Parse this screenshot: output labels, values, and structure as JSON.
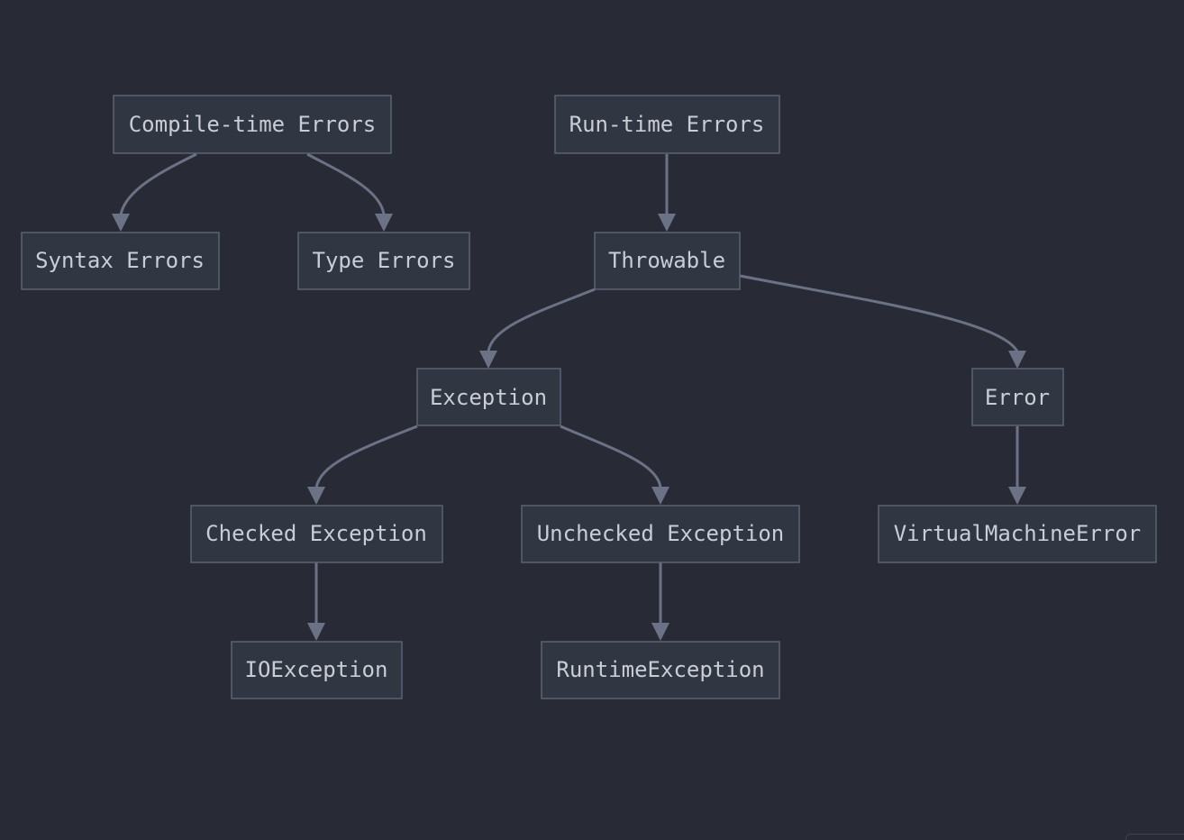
{
  "theme": {
    "background": "#282b35",
    "node_fill": "#313643",
    "node_border": "#5b6273",
    "text_color": "#c9cdd6",
    "edge_color": "#6b7286"
  },
  "nodes": {
    "compile_time_errors": "Compile-time Errors",
    "syntax_errors": "Syntax Errors",
    "type_errors": "Type Errors",
    "run_time_errors": "Run-time Errors",
    "throwable": "Throwable",
    "exception": "Exception",
    "error": "Error",
    "checked_exception": "Checked Exception",
    "unchecked_exception": "Unchecked Exception",
    "virtual_machine_error": "VirtualMachineError",
    "io_exception": "IOException",
    "runtime_exception": "RuntimeException"
  },
  "edges": [
    {
      "from": "compile_time_errors",
      "to": "syntax_errors"
    },
    {
      "from": "compile_time_errors",
      "to": "type_errors"
    },
    {
      "from": "run_time_errors",
      "to": "throwable"
    },
    {
      "from": "throwable",
      "to": "exception"
    },
    {
      "from": "throwable",
      "to": "error"
    },
    {
      "from": "exception",
      "to": "checked_exception"
    },
    {
      "from": "exception",
      "to": "unchecked_exception"
    },
    {
      "from": "error",
      "to": "virtual_machine_error"
    },
    {
      "from": "checked_exception",
      "to": "io_exception"
    },
    {
      "from": "unchecked_exception",
      "to": "runtime_exception"
    }
  ]
}
